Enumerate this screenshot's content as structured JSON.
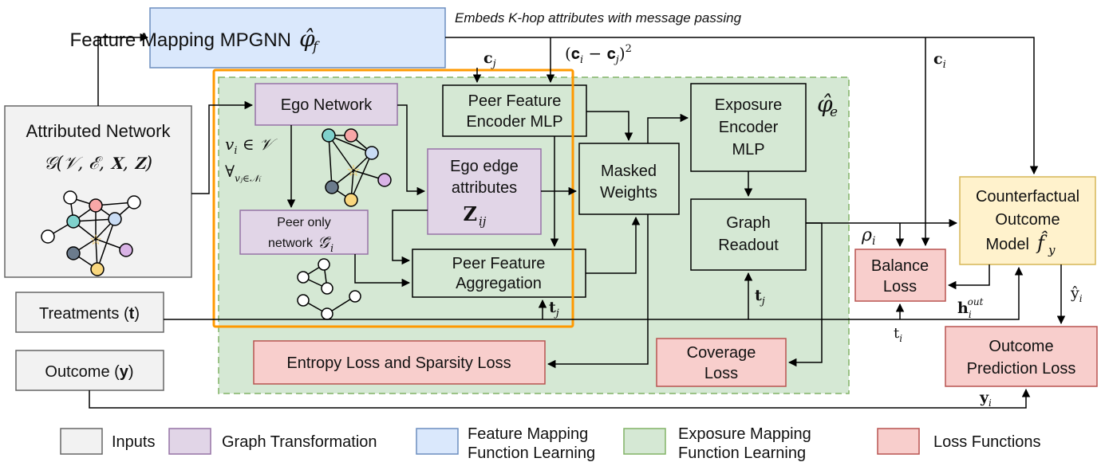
{
  "colors": {
    "inputs_fill": "#f2f2f2",
    "graph_transformation_fill": "#e1d5e7",
    "feature_mapping_fill": "#dae8fc",
    "exposure_mapping_fill": "#d5e8d4",
    "loss_fill": "#f8cecc",
    "counterfactual_fill": "#fff2cc",
    "highlight_outline": "#ff9900"
  },
  "annotation": "Embeds K-hop attributes with message passing",
  "blocks": {
    "feature_mapping": {
      "title": "Feature Mapping MPGNN",
      "symbol": "φ̂",
      "subscript": "f"
    },
    "attributed_network": {
      "title": "Attributed Network",
      "formula": "𝒢(𝒱, ℰ, 𝐗, 𝐙)"
    },
    "treatments": {
      "label": "Treatments (",
      "var": "t",
      "close": ")"
    },
    "outcome": {
      "label": "Outcome (",
      "var": "y",
      "close": ")"
    },
    "ego_network": {
      "title": "Ego Network"
    },
    "peer_only": {
      "line1": "Peer only",
      "line2": "network",
      "symbol": "𝒢̄",
      "subscript": "i"
    },
    "peer_encoder": {
      "line1": "Peer Feature",
      "line2": "Encoder MLP"
    },
    "ego_edge": {
      "line1": "Ego edge",
      "line2": "attributes",
      "symbol": "𝐙",
      "subscript": "ij"
    },
    "peer_aggregation": {
      "line1": "Peer Feature",
      "line2": "Aggregation"
    },
    "masked_weights": {
      "line1": "Masked",
      "line2": "Weights"
    },
    "exposure_encoder": {
      "line1": "Exposure",
      "line2": "Encoder",
      "line3": "MLP"
    },
    "graph_readout": {
      "line1": "Graph",
      "line2": "Readout"
    },
    "exposure_symbol": {
      "symbol": "φ̂",
      "subscript": "e"
    },
    "counterfactual": {
      "line1": "Counterfactual",
      "line2": "Outcome",
      "line3": "Model",
      "symbol": "f̂",
      "subscript": "y"
    },
    "balance_loss": {
      "line1": "Balance",
      "line2": "Loss"
    },
    "coverage_loss": {
      "line1": "Coverage",
      "line2": "Loss"
    },
    "entropy_loss": {
      "title": "Entropy Loss and Sparsity Loss"
    },
    "outcome_loss": {
      "line1": "Outcome",
      "line2": "Prediction Loss"
    }
  },
  "math_labels": {
    "c_j": {
      "base": "𝐜",
      "sub": "j"
    },
    "diff": {
      "text": "(𝐜",
      "mid": " − 𝐜",
      "close": ")",
      "sub_i": "i",
      "sub_j": "j",
      "sup": "2"
    },
    "c_i": {
      "base": "𝐜",
      "sub": "i"
    },
    "vi_in_V": {
      "base": "v",
      "sub": "i",
      "rest": " ∈ 𝒱"
    },
    "forall": {
      "base": "∀",
      "sub": "vⱼ∈𝒩ᵢ"
    },
    "rho_i": {
      "base": "ρ",
      "sub": "i"
    },
    "t_j_agg": {
      "base": "𝐭",
      "sub": "j"
    },
    "t_j_readout": {
      "base": "𝐭",
      "sub": "j"
    },
    "t_i": {
      "base": "t",
      "sub": "i"
    },
    "h_out": {
      "base": "𝐡",
      "sub": "i",
      "sup": "out"
    },
    "y_hat": {
      "base": "ŷ",
      "sub": "i"
    },
    "y_i": {
      "base": "𝐲",
      "sub": "i"
    }
  },
  "legend": [
    {
      "label": "Inputs",
      "color": "#f2f2f2",
      "stroke": "#666666"
    },
    {
      "label": "Graph Transformation",
      "color": "#e1d5e7",
      "stroke": "#9673a6"
    },
    {
      "label": "Feature Mapping",
      "label2": "Function Learning",
      "color": "#dae8fc",
      "stroke": "#6c8ebf"
    },
    {
      "label": "Exposure Mapping",
      "label2": "Function Learning",
      "color": "#d5e8d4",
      "stroke": "#82b366"
    },
    {
      "label": "Loss Functions",
      "color": "#f8cecc",
      "stroke": "#b85450"
    }
  ]
}
